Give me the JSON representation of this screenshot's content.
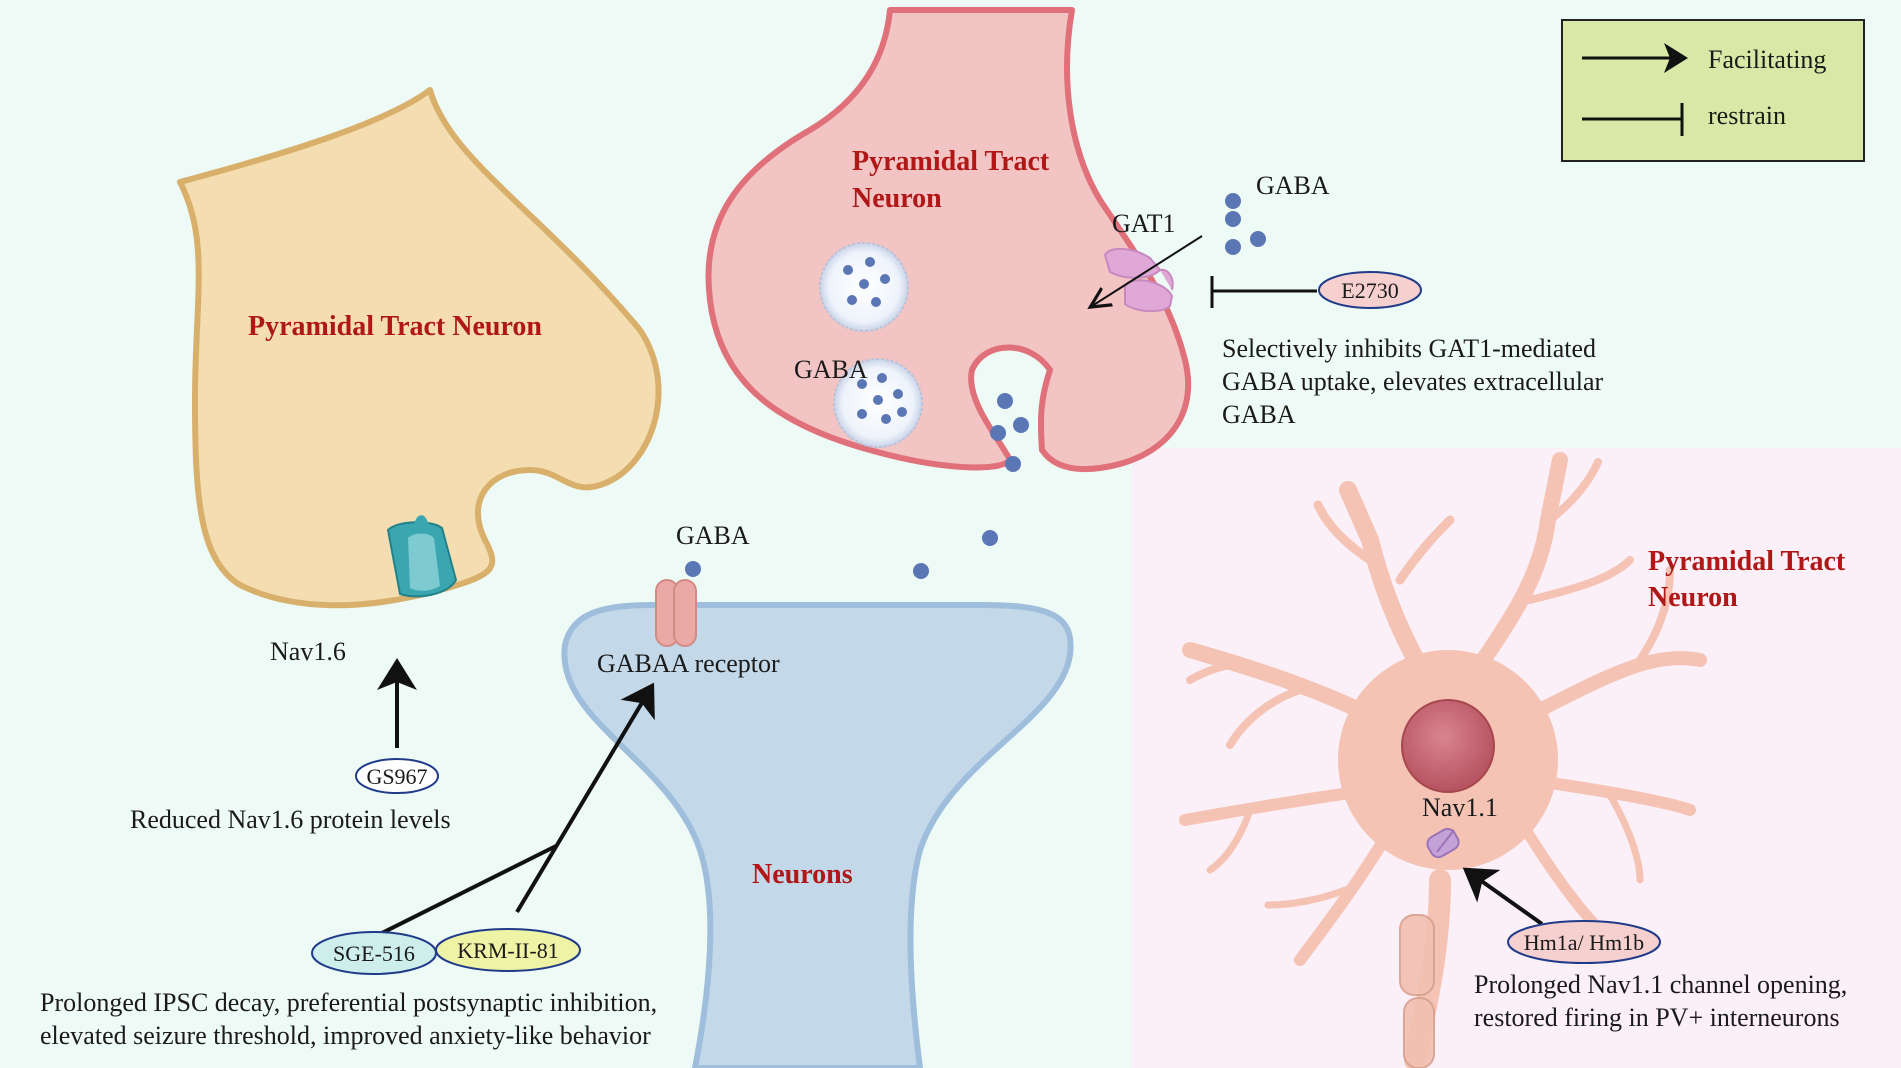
{
  "legend": {
    "facilitating": "Facilitating",
    "restrain": "restrain"
  },
  "left_neuron": {
    "title": "Pyramidal Tract Neuron",
    "channel_label": "Nav1.6",
    "drug": "GS967",
    "effect": "Reduced Nav1.6 protein levels"
  },
  "top_neuron": {
    "title_line1": "Pyramidal Tract",
    "title_line2": "Neuron",
    "vesicle_label": "GABA",
    "transporter_label": "GAT1",
    "released_label": "GABA",
    "drug": "E2730",
    "effect_line1": "Selectively inhibits GAT1-mediated",
    "effect_line2": "GABA uptake, elevates extracellular",
    "effect_line3": "GABA"
  },
  "post_neuron": {
    "title": "Neurons",
    "ligand_label": "GABA",
    "receptor_label": "GABAA receptor",
    "drug1": "SGE-516",
    "drug2": "KRM-II-81",
    "effect_line1": "Prolonged IPSC decay, preferential postsynaptic inhibition,",
    "effect_line2": "elevated seizure threshold, improved anxiety-like behavior"
  },
  "interneuron": {
    "title_line1": "Pyramidal Tract",
    "title_line2": "Neuron",
    "channel_label": "Nav1.1",
    "drug": "Hm1a/ Hm1b",
    "effect_line1": "Prolonged Nav1.1 channel opening,",
    "effect_line2": "restored firing in PV+ interneurons"
  },
  "colors": {
    "background": "#eefaf6",
    "pink_panel": "#fbeff8",
    "legend_fill": "#d9e8a6",
    "title_red": "#b01717",
    "yellow_neuron": "#f4deb1",
    "yellow_outline": "#d8b06c",
    "pink_neuron": "#f2c4c4",
    "pink_outline": "#e0707a",
    "blue_neuron": "#c3d9ea",
    "blue_outline": "#9fbedc",
    "gaba_dot": "#5b76b5",
    "nav16": "#3aa6b0",
    "cell": "#f5c3b4",
    "nucleus": "#c96a78"
  }
}
